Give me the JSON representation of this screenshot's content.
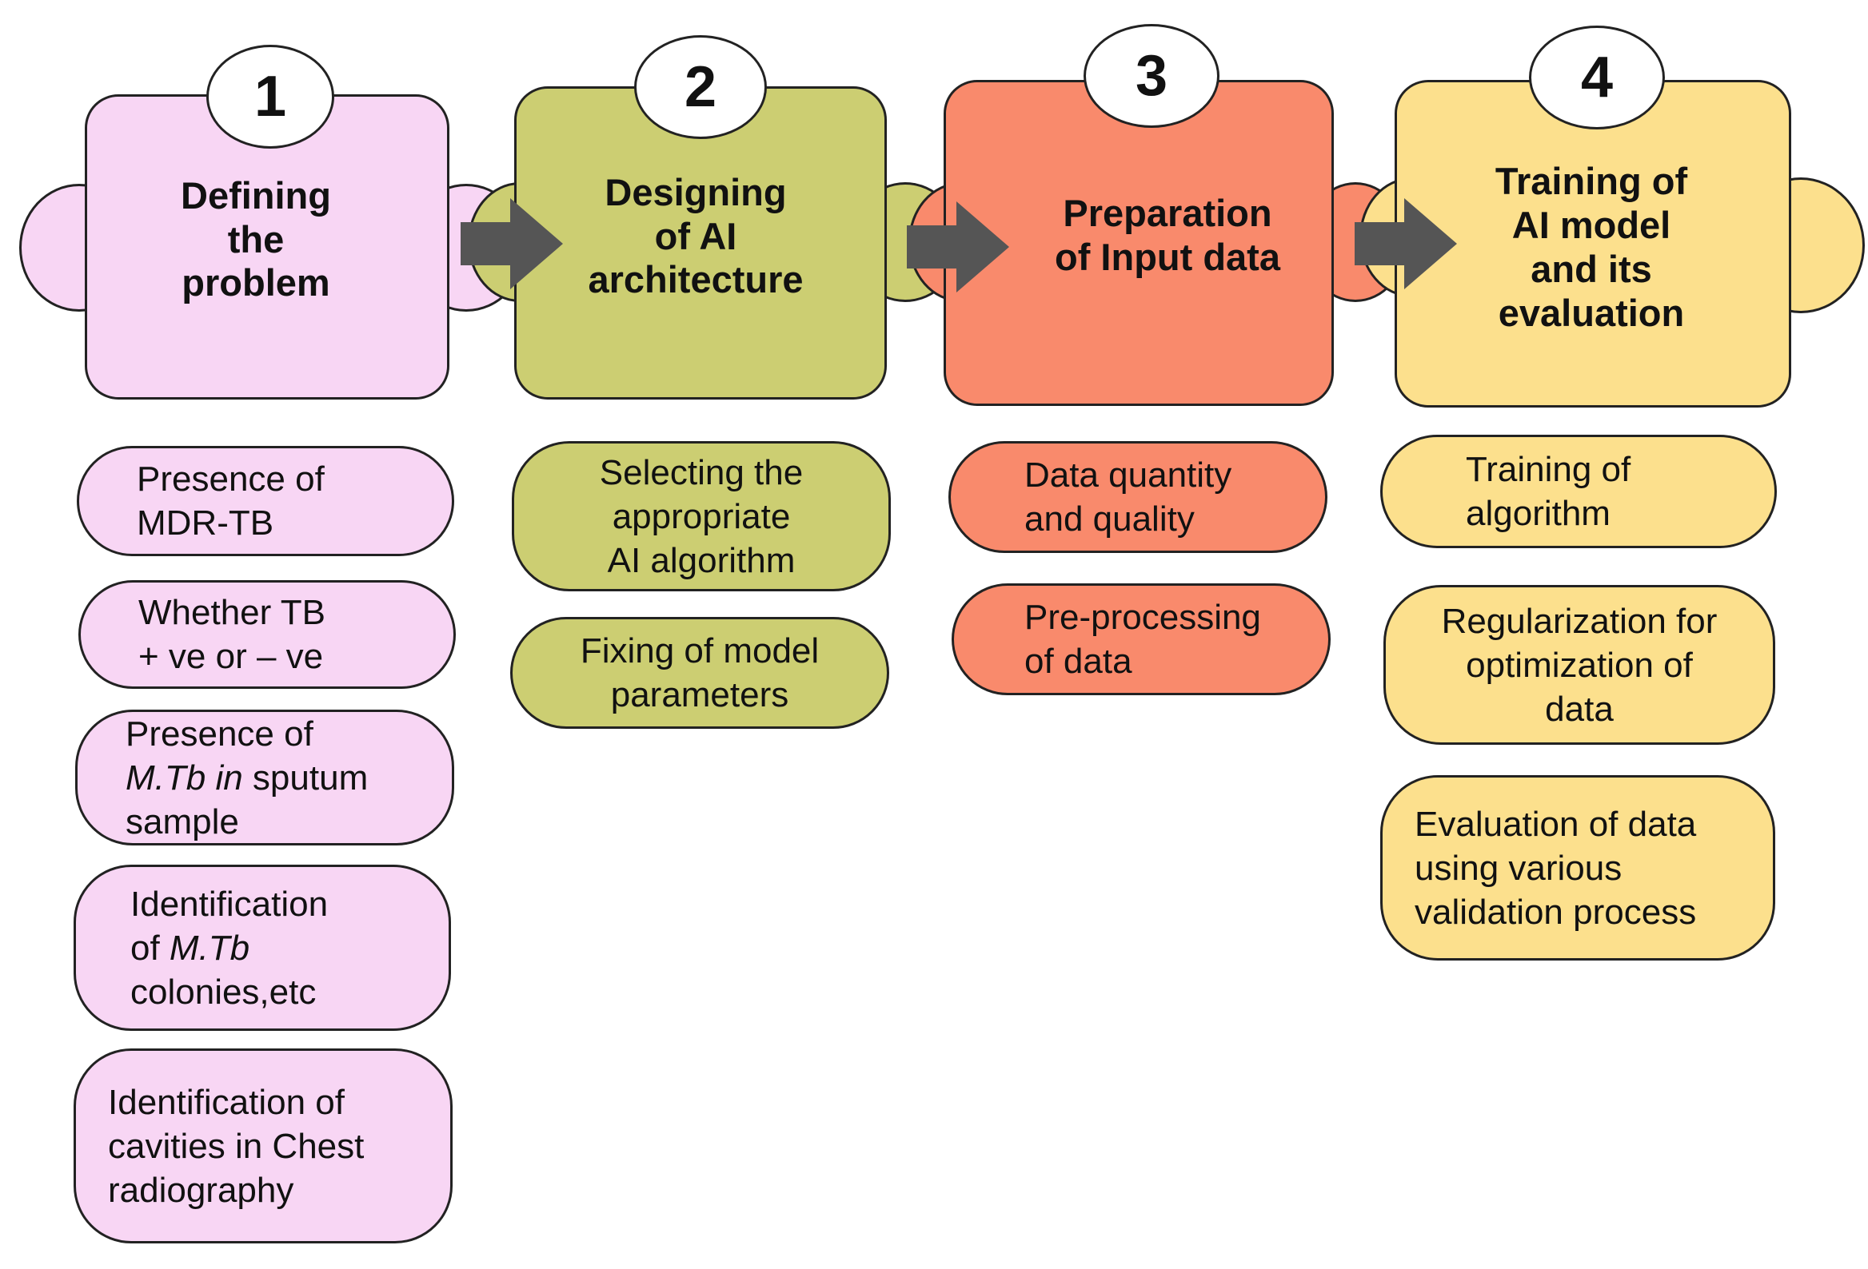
{
  "colors": {
    "step1": "#f8d6f4",
    "step2": "#ccce72",
    "step3": "#f98a6c",
    "step4": "#fce08d",
    "arrow": "#555555",
    "outline": "#222222"
  },
  "steps": [
    {
      "number": "1",
      "title": "Defining\nthe\nproblem"
    },
    {
      "number": "2",
      "title": "Designing\nof AI\narchitecture"
    },
    {
      "number": "3",
      "title": "Preparation\nof Input data"
    },
    {
      "number": "4",
      "title": "Training of\nAI model\nand its\nevaluation"
    }
  ],
  "items": {
    "step1": [
      {
        "text": "Presence of\nMDR-TB"
      },
      {
        "text": "Whether TB\n+ ve or – ve"
      },
      {
        "pre": "Presence of\n",
        "em": "M.Tb in",
        "post": " sputum\nsample"
      },
      {
        "pre": "Identification\nof ",
        "em": "M.Tb",
        "post": "\ncolonies,etc"
      },
      {
        "text": "Identification of\ncavities in Chest\nradiography"
      }
    ],
    "step2": [
      {
        "text": "Selecting the\nappropriate\nAI algorithm"
      },
      {
        "text": "Fixing of model\nparameters"
      }
    ],
    "step3": [
      {
        "text": "Data quantity\nand quality"
      },
      {
        "text": "Pre-processing\nof data"
      }
    ],
    "step4": [
      {
        "text": "Training of\nalgorithm"
      },
      {
        "text": "Regularization for\noptimization of\ndata"
      },
      {
        "text": "Evaluation of data\nusing various\nvalidation process"
      }
    ]
  }
}
